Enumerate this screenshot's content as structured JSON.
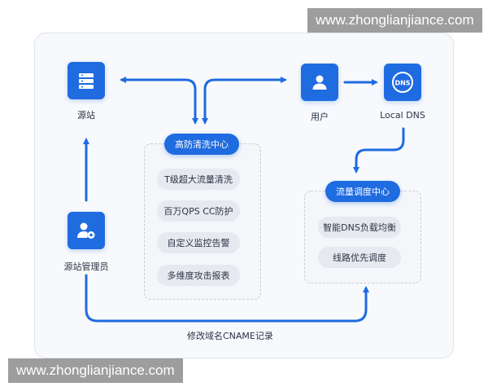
{
  "watermark_text": "www.zhonglianjiance.com",
  "nodes": {
    "origin": {
      "label": "源站",
      "icon": "server-icon"
    },
    "user": {
      "label": "用户",
      "icon": "user-icon"
    },
    "local_dns": {
      "label": "Local DNS",
      "icon": "dns-icon",
      "icon_text": "DNS"
    },
    "origin_admin": {
      "label": "源站管理员",
      "icon": "admin-user-icon"
    }
  },
  "scrubbing_center": {
    "title": "高防清洗中心",
    "items": [
      "T级超大流量清洗",
      "百万QPS CC防护",
      "自定义监控告警",
      "多维度攻击报表"
    ]
  },
  "traffic_center": {
    "title": "流量调度中心",
    "items": [
      "智能DNS负载均衡",
      "线路优先调度"
    ]
  },
  "edge_label": "修改域名CNAME记录",
  "colors": {
    "accent": "#1f6be0",
    "panel_bg": "#f7f9fc",
    "item_bg": "#e6e9ef",
    "text": "#2b3445"
  }
}
